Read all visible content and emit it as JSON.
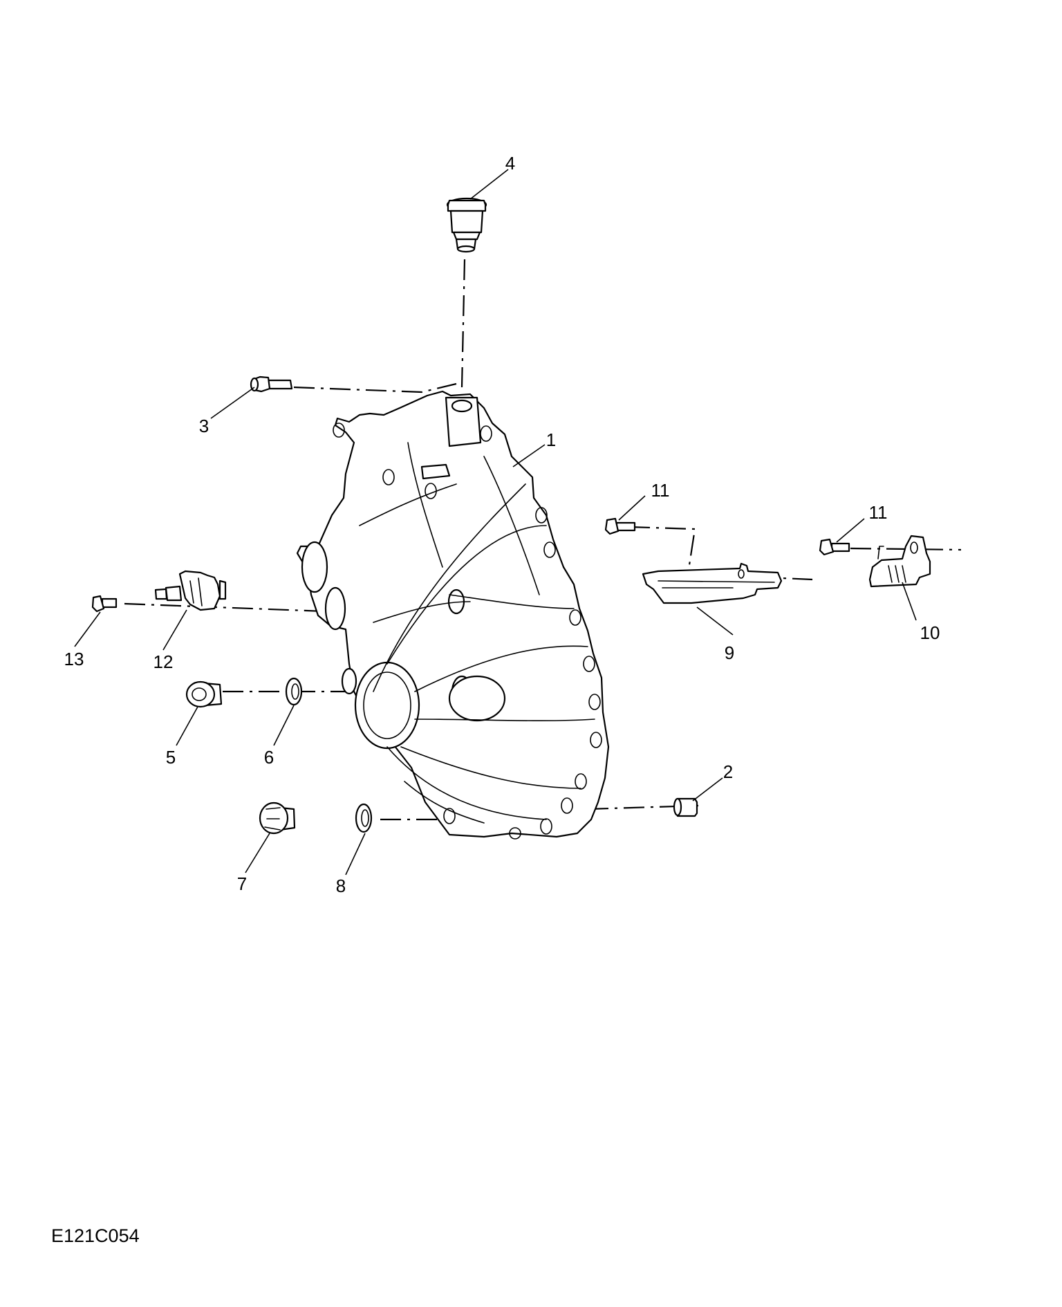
{
  "figure_code": "E121C054",
  "callouts": [
    "1",
    "2",
    "3",
    "4",
    "5",
    "6",
    "7",
    "8",
    "9",
    "10",
    "11",
    "11",
    "12",
    "13"
  ]
}
